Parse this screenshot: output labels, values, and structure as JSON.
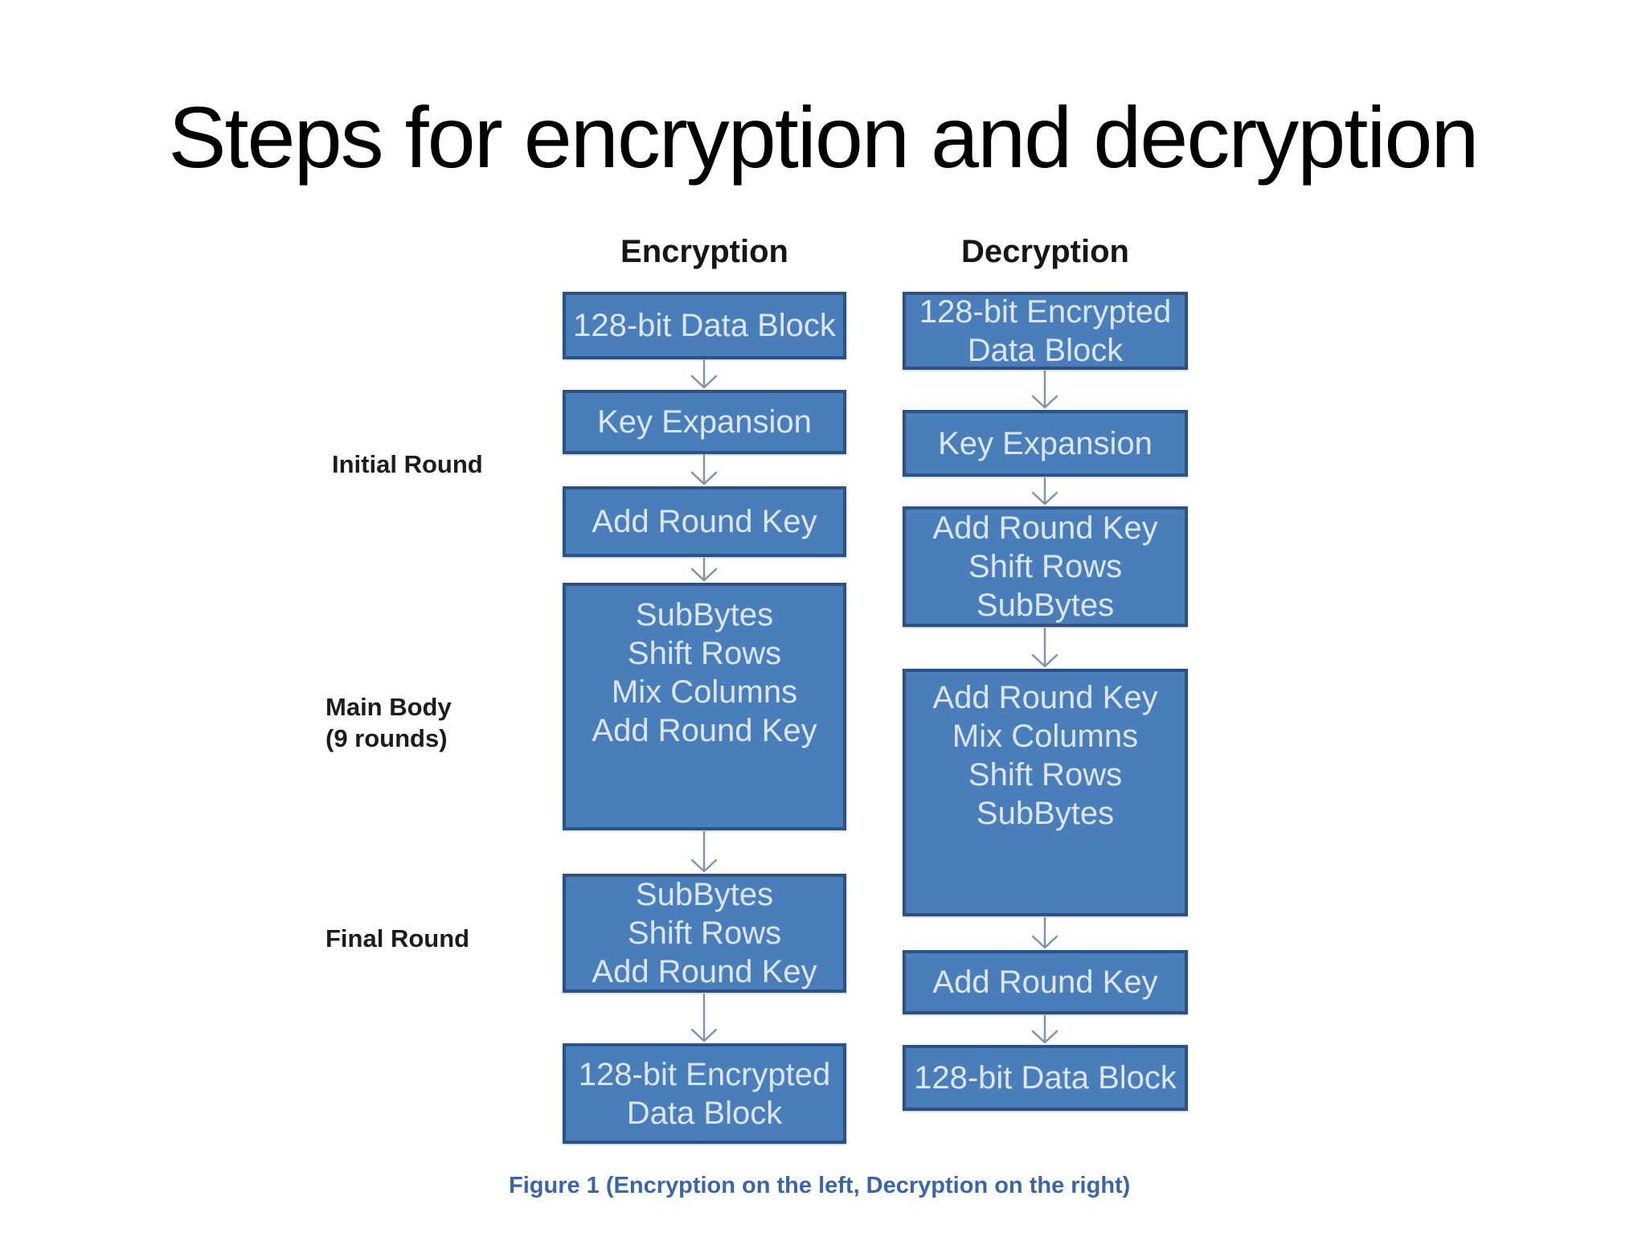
{
  "slide": {
    "title": "Steps for encryption and decryption",
    "caption": "Figure 1 (Encryption on the left, Decryption on the right)"
  },
  "columns": {
    "encryption": {
      "header": "Encryption",
      "boxes": [
        {
          "lines": [
            "128-bit Data Block"
          ]
        },
        {
          "lines": [
            "Key Expansion"
          ]
        },
        {
          "lines": [
            "Add Round Key"
          ]
        },
        {
          "lines": [
            "SubBytes",
            "Shift Rows",
            "Mix Columns",
            "Add Round Key"
          ]
        },
        {
          "lines": [
            "SubBytes",
            "Shift Rows",
            "Add Round Key"
          ]
        },
        {
          "lines": [
            "128-bit Encrypted",
            "Data Block"
          ]
        }
      ]
    },
    "decryption": {
      "header": "Decryption",
      "boxes": [
        {
          "lines": [
            "128-bit Encrypted",
            "Data Block"
          ]
        },
        {
          "lines": [
            "Key Expansion"
          ]
        },
        {
          "lines": [
            "Add Round Key",
            "Shift Rows",
            "SubBytes"
          ]
        },
        {
          "lines": [
            "Add Round Key",
            "Mix Columns",
            "Shift Rows",
            "SubBytes"
          ]
        },
        {
          "lines": [
            "Add Round Key"
          ]
        },
        {
          "lines": [
            "128-bit Data Block"
          ]
        }
      ]
    }
  },
  "side_labels": {
    "initial_round": "Initial Round",
    "main_body_line1": "Main Body",
    "main_body_line2": "(9 rounds)",
    "final_round": "Final Round"
  },
  "colors": {
    "box_fill": "#4a7ebb",
    "box_border": "#2e5184",
    "box_text": "#dce6f2",
    "arrow": "#7e93b2",
    "caption_text": "#3a66a8",
    "title_text": "#000000",
    "label_text": "#1c1c1c"
  }
}
